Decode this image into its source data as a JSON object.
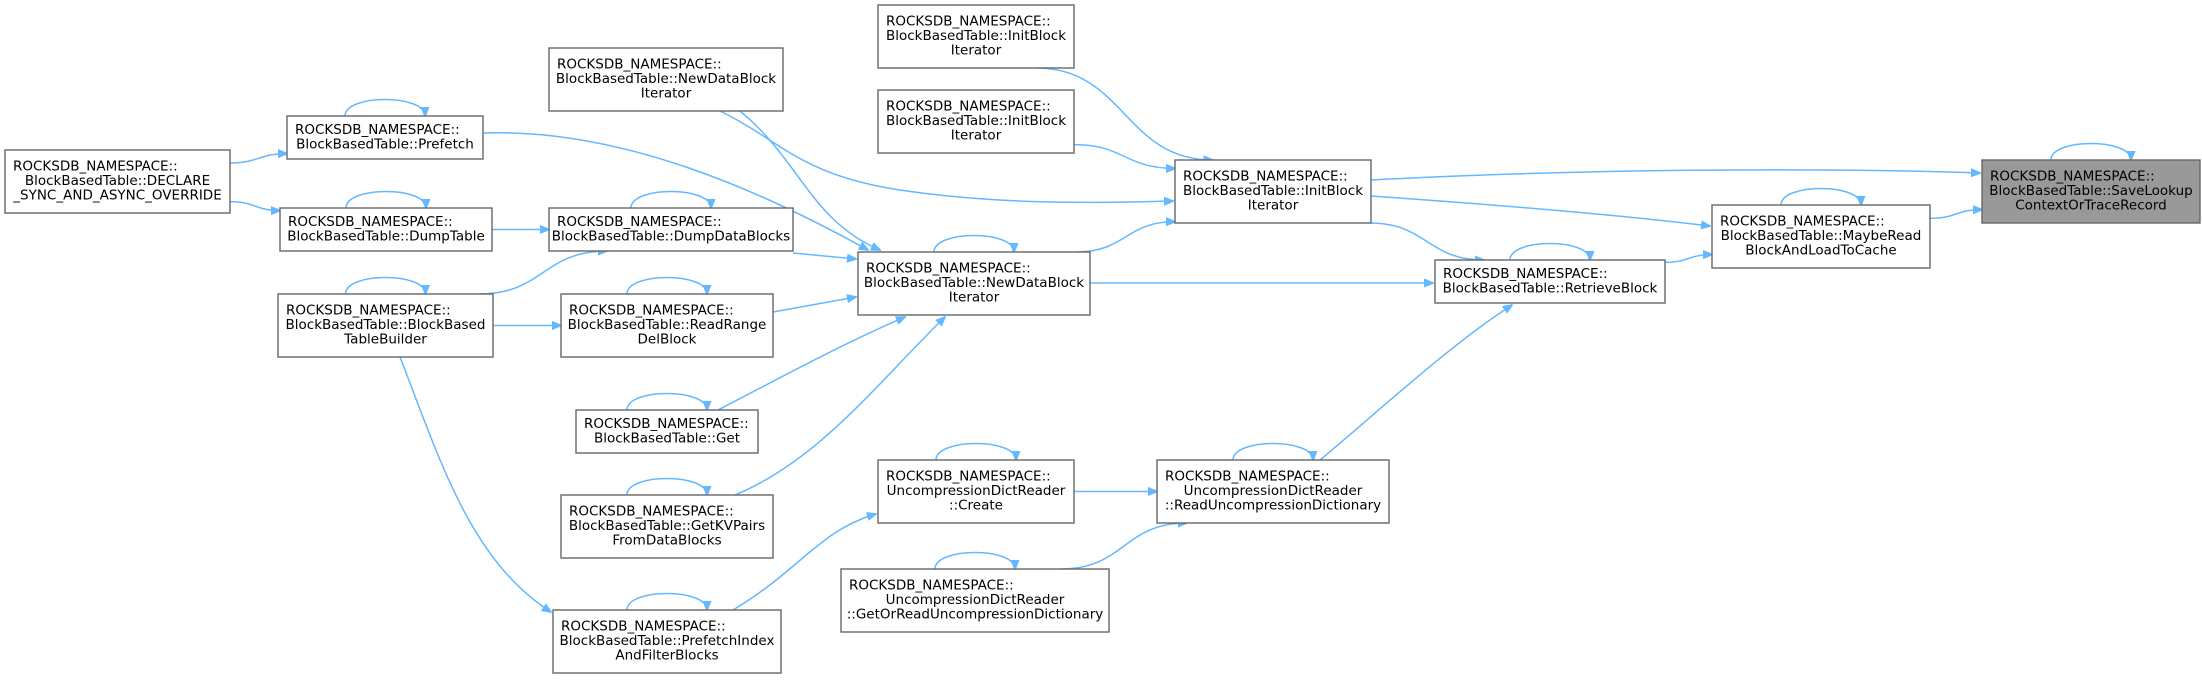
{
  "graph": {
    "nodes": {
      "save": {
        "lines": [
          "ROCKSDB_NAMESPACE::",
          "BlockBasedTable::SaveLookup",
          "ContextOrTraceRecord"
        ],
        "root": true
      },
      "maybe": {
        "lines": [
          "ROCKSDB_NAMESPACE::",
          "BlockBasedTable::MaybeRead",
          "BlockAndLoadToCache"
        ]
      },
      "initM": {
        "lines": [
          "ROCKSDB_NAMESPACE::",
          "BlockBasedTable::InitBlock",
          "Iterator"
        ]
      },
      "retrieve": {
        "lines": [
          "ROCKSDB_NAMESPACE::",
          "BlockBasedTable::RetrieveBlock"
        ]
      },
      "initT": {
        "lines": [
          "ROCKSDB_NAMESPACE::",
          "BlockBasedTable::InitBlock",
          "Iterator"
        ]
      },
      "initT2": {
        "lines": [
          "ROCKSDB_NAMESPACE::",
          "BlockBasedTable::InitBlock",
          "Iterator"
        ]
      },
      "newDBM": {
        "lines": [
          "ROCKSDB_NAMESPACE::",
          "BlockBasedTable::NewDataBlock",
          "Iterator"
        ]
      },
      "newDBT": {
        "lines": [
          "ROCKSDB_NAMESPACE::",
          "BlockBasedTable::NewDataBlock",
          "Iterator"
        ]
      },
      "readUD": {
        "lines": [
          "ROCKSDB_NAMESPACE::",
          "UncompressionDictReader",
          "::ReadUncompressionDictionary"
        ]
      },
      "create": {
        "lines": [
          "ROCKSDB_NAMESPACE::",
          "UncompressionDictReader",
          "::Create"
        ]
      },
      "getOrRead": {
        "lines": [
          "ROCKSDB_NAMESPACE::",
          "UncompressionDictReader",
          "::GetOrReadUncompressionDictionary"
        ]
      },
      "dumpData": {
        "lines": [
          "ROCKSDB_NAMESPACE::",
          "BlockBasedTable::DumpDataBlocks"
        ]
      },
      "readRange": {
        "lines": [
          "ROCKSDB_NAMESPACE::",
          "BlockBasedTable::ReadRange",
          "DelBlock"
        ]
      },
      "get": {
        "lines": [
          "ROCKSDB_NAMESPACE::",
          "BlockBasedTable::Get"
        ]
      },
      "getKV": {
        "lines": [
          "ROCKSDB_NAMESPACE::",
          "BlockBasedTable::GetKVPairs",
          "FromDataBlocks"
        ]
      },
      "prefetchIdx": {
        "lines": [
          "ROCKSDB_NAMESPACE::",
          "BlockBasedTable::PrefetchIndex",
          "AndFilterBlocks"
        ]
      },
      "prefetch": {
        "lines": [
          "ROCKSDB_NAMESPACE::",
          "BlockBasedTable::Prefetch"
        ]
      },
      "dumpTable": {
        "lines": [
          "ROCKSDB_NAMESPACE::",
          "BlockBasedTable::DumpTable"
        ]
      },
      "builder": {
        "lines": [
          "ROCKSDB_NAMESPACE::",
          "BlockBasedTable::BlockBased",
          "TableBuilder"
        ]
      },
      "declare": {
        "lines": [
          "ROCKSDB_NAMESPACE::",
          "BlockBasedTable::DECLARE",
          "_SYNC_AND_ASYNC_OVERRIDE"
        ]
      }
    },
    "edges": [
      [
        "save",
        "save"
      ],
      [
        "maybe",
        "save"
      ],
      [
        "initM",
        "save"
      ],
      [
        "maybe",
        "maybe"
      ],
      [
        "initM",
        "maybe"
      ],
      [
        "retrieve",
        "maybe"
      ],
      [
        "retrieve",
        "retrieve"
      ],
      [
        "initM",
        "retrieve"
      ],
      [
        "newDBM",
        "retrieve"
      ],
      [
        "readUD",
        "retrieve"
      ],
      [
        "initT",
        "initM"
      ],
      [
        "initT2",
        "initM"
      ],
      [
        "newDBT",
        "initM"
      ],
      [
        "newDBM",
        "initM"
      ],
      [
        "newDBM",
        "newDBM"
      ],
      [
        "newDBT",
        "newDBM"
      ],
      [
        "prefetch",
        "newDBM"
      ],
      [
        "dumpData",
        "newDBM"
      ],
      [
        "readRange",
        "newDBM"
      ],
      [
        "get",
        "newDBM"
      ],
      [
        "getKV",
        "newDBM"
      ],
      [
        "create",
        "readUD"
      ],
      [
        "getOrRead",
        "readUD"
      ],
      [
        "readUD",
        "readUD"
      ],
      [
        "create",
        "create"
      ],
      [
        "getOrRead",
        "getOrRead"
      ],
      [
        "prefetchIdx",
        "create"
      ],
      [
        "dumpData",
        "dumpData"
      ],
      [
        "readRange",
        "readRange"
      ],
      [
        "get",
        "get"
      ],
      [
        "getKV",
        "getKV"
      ],
      [
        "prefetchIdx",
        "prefetchIdx"
      ],
      [
        "dumpTable",
        "dumpData"
      ],
      [
        "builder",
        "dumpData"
      ],
      [
        "builder",
        "readRange"
      ],
      [
        "builder",
        "prefetchIdx"
      ],
      [
        "declare",
        "prefetch"
      ],
      [
        "declare",
        "dumpTable"
      ],
      [
        "prefetch",
        "prefetch"
      ],
      [
        "dumpTable",
        "dumpTable"
      ],
      [
        "builder",
        "builder"
      ]
    ]
  },
  "colors": {
    "edge": "#63b8ff",
    "root_fill": "#999999",
    "node_border": "#666666"
  }
}
